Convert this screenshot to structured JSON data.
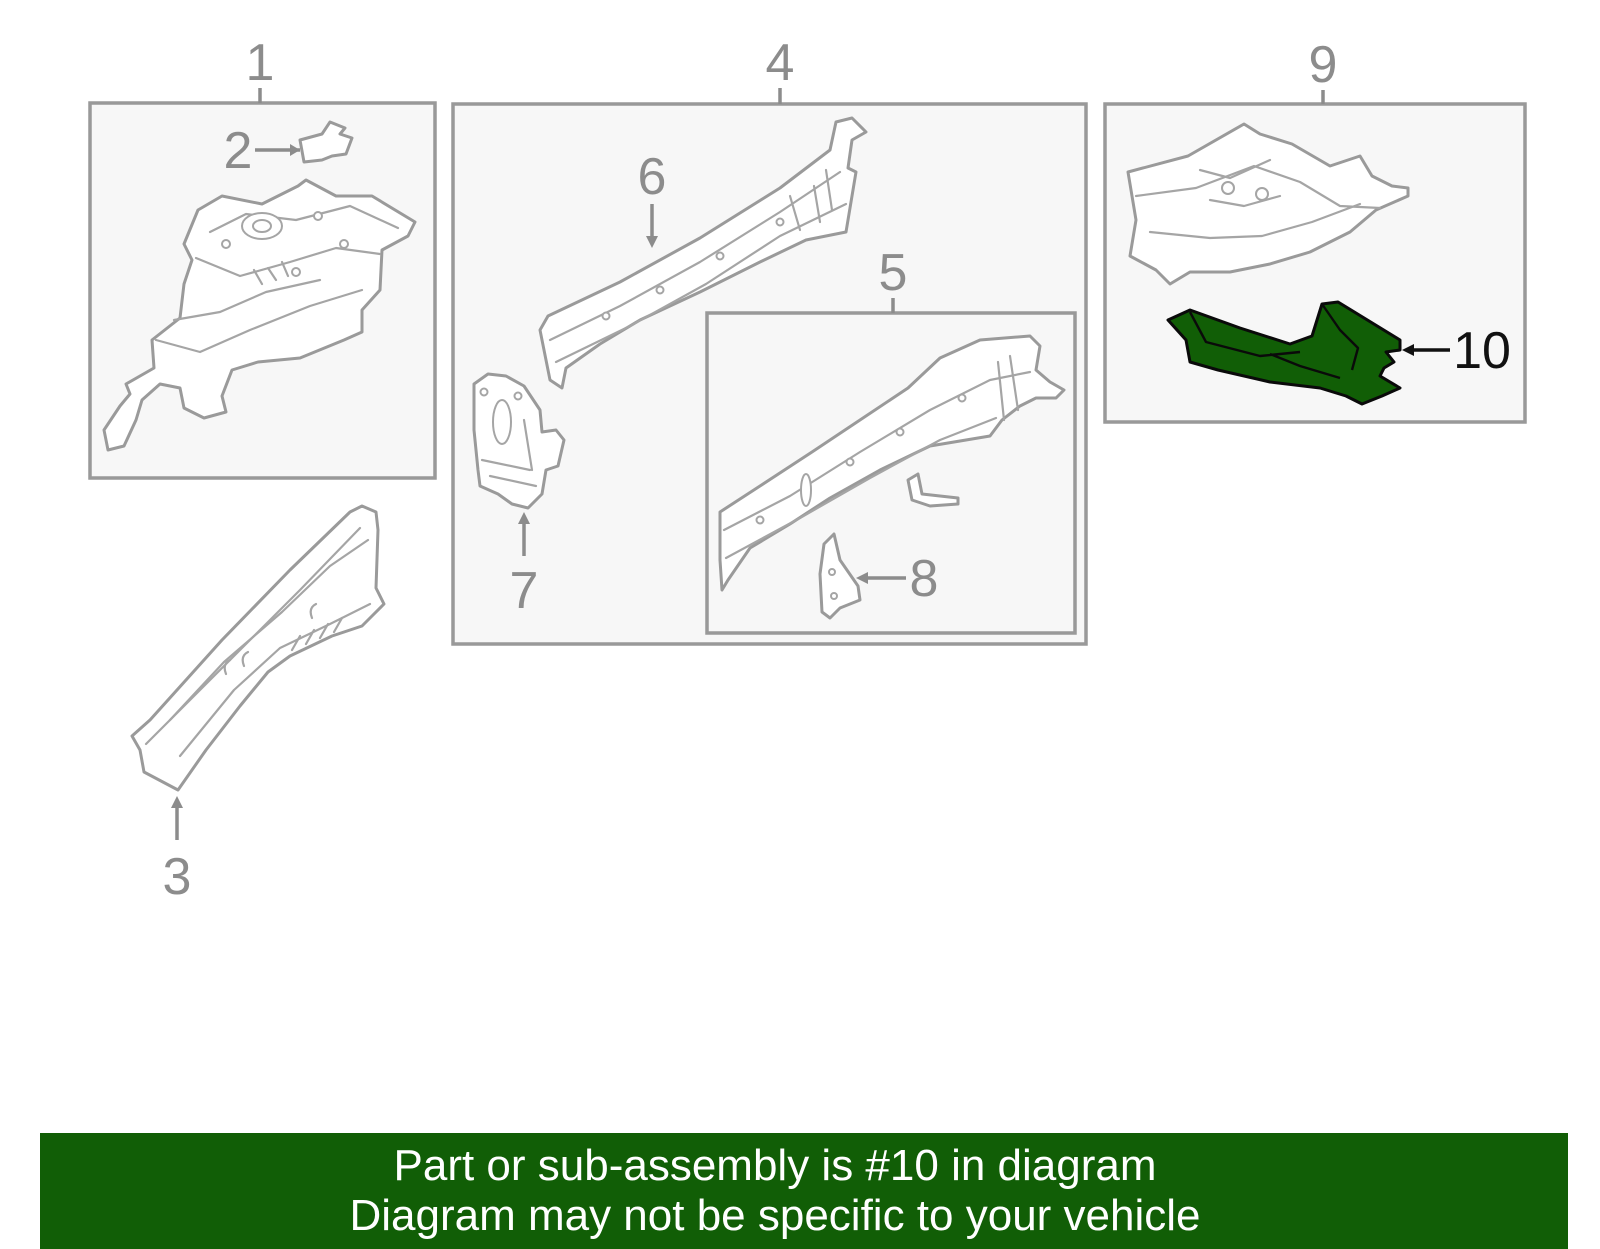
{
  "callouts": {
    "c1": "1",
    "c2": "2",
    "c3": "3",
    "c4": "4",
    "c5": "5",
    "c6": "6",
    "c7": "7",
    "c8": "8",
    "c9": "9",
    "c10": "10"
  },
  "highlighted_part": "10",
  "colors": {
    "highlight": "#115e06",
    "banner": "#115e06",
    "linework": "#9a9a9a",
    "box_fill": "#f7f7f7"
  },
  "banner": {
    "line1": "Part or sub-assembly is #10 in diagram",
    "line2": "Diagram may not be specific to your vehicle"
  }
}
